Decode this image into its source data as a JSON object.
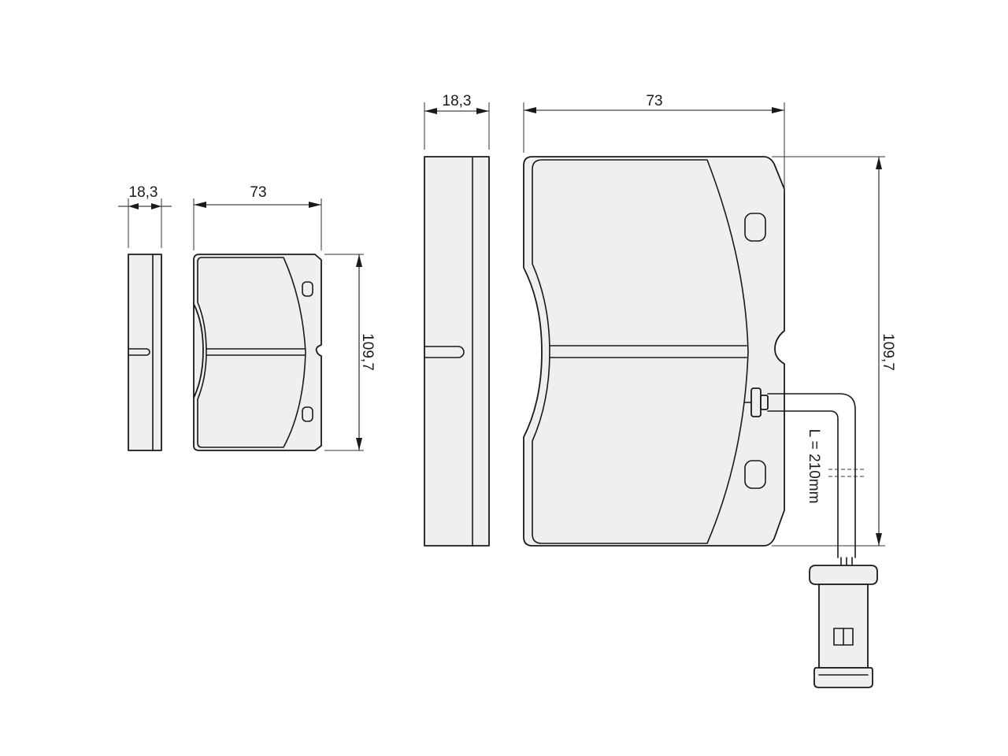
{
  "small_view": {
    "thickness_label": "18,3",
    "width_label": "73",
    "height_label": "109,7"
  },
  "large_view": {
    "thickness_label": "18,3",
    "width_label": "73",
    "height_label": "109,7",
    "wire_length_label": "L = 210mm"
  }
}
